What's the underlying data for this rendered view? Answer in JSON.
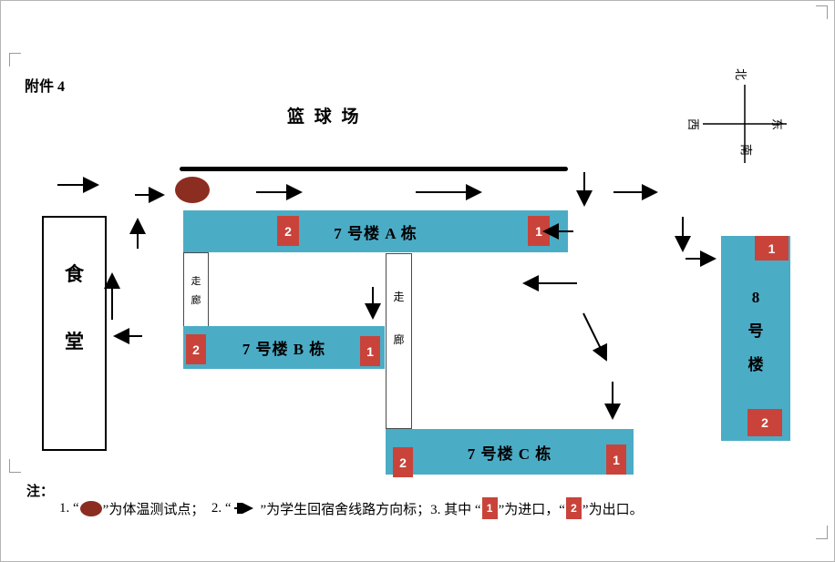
{
  "page": {
    "attachment": "附件 4",
    "title": "篮 球 场"
  },
  "compass": {
    "north": "北",
    "south": "南",
    "east": "东",
    "west": "西"
  },
  "map": {
    "cafeteria": {
      "char1": "食",
      "char2": "堂"
    },
    "corridor_left": {
      "char1": "走",
      "char2": "廊"
    },
    "corridor_mid": {
      "char1": "走",
      "char2": "廊"
    },
    "building_a": {
      "label": "7 号楼 A 栋",
      "exit_badge": "2",
      "entrance_badge": "1"
    },
    "building_b": {
      "label": "7 号楼 B 栋",
      "exit_badge": "2",
      "entrance_badge": "1"
    },
    "building_c": {
      "label": "7 号楼 C 栋",
      "exit_badge": "2",
      "entrance_badge": "1"
    },
    "building_8": {
      "char1": "8",
      "char2": "号",
      "char3": "楼",
      "entrance_badge": "1",
      "exit_badge": "2"
    }
  },
  "notes": {
    "heading": "注：",
    "seg1": "1. “",
    "seg2": "”为体温测试点；  ",
    "seg3": "2. “",
    "seg4": "”为学生回宿舍线路方向标；3. 其中 “",
    "seg5": "”为进口，“",
    "seg6": "”为出口。",
    "entrance_badge": "1",
    "exit_badge": "2"
  },
  "colors": {
    "building_fill": "#4bacc6",
    "badge_fill": "#c9433a",
    "test_point_fill": "#8c2d21"
  }
}
